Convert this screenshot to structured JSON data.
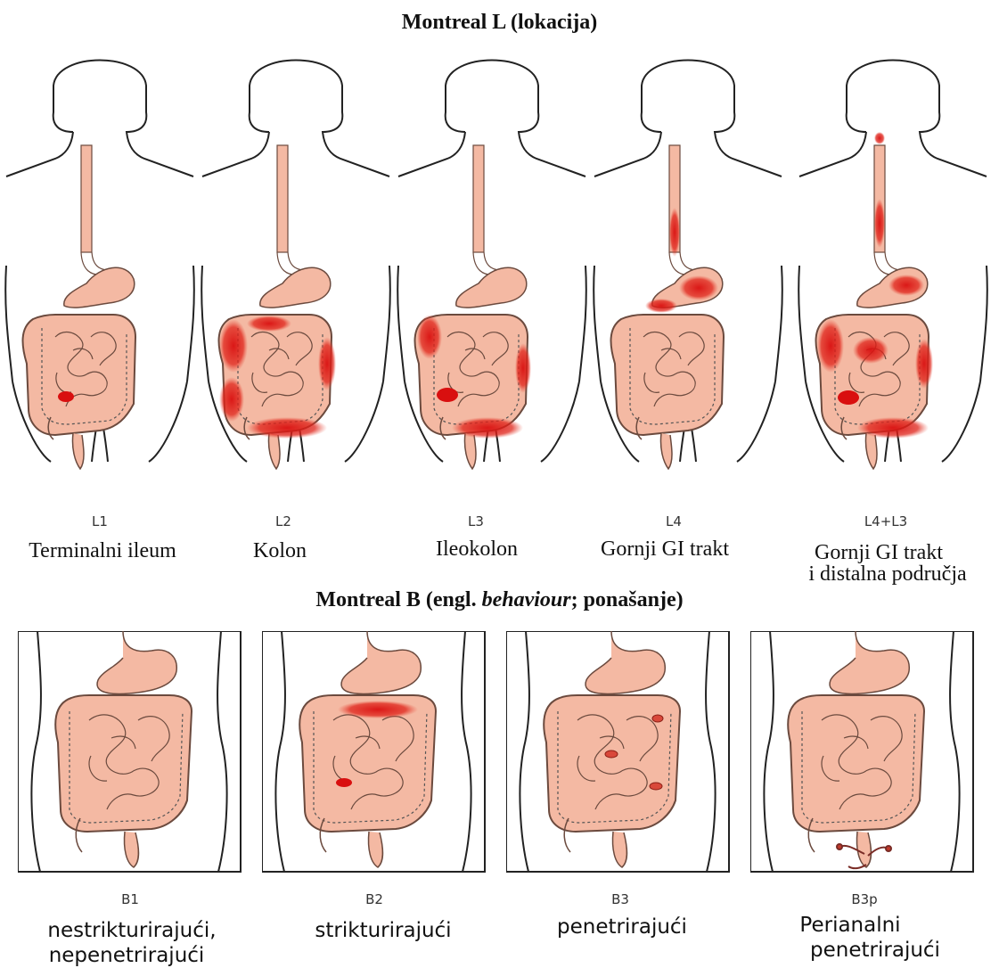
{
  "title_location": "Montreal  L (lokacija)",
  "title_behaviour": {
    "prefix": "Montreal B (engl. ",
    "italic": "behaviour",
    "suffix": "; ponašanje)"
  },
  "location_panels": [
    {
      "code": "L1",
      "label_lines": [
        "Terminalni ileum"
      ]
    },
    {
      "code": "L2",
      "label_lines": [
        "Kolon"
      ]
    },
    {
      "code": "L3",
      "label_lines": [
        "Ileokolon"
      ]
    },
    {
      "code": "L4",
      "label_lines": [
        "Gornji GI trakt"
      ]
    },
    {
      "code": "L4+L3",
      "label_lines": [
        "Gornji GI  trakt",
        "i distalna područja"
      ]
    }
  ],
  "behaviour_panels": [
    {
      "code": "B1",
      "label_lines": [
        "nestrikturirajući,",
        "nepenetrirajući"
      ]
    },
    {
      "code": "B2",
      "label_lines": [
        "strikturirajući"
      ]
    },
    {
      "code": "B3",
      "label_lines": [
        "penetrirajući"
      ]
    },
    {
      "code": "B3p",
      "label_lines": [
        "Perianalni",
        "penetrirajući"
      ]
    }
  ],
  "colors": {
    "tissue": "#f4b9a3",
    "outline": "#6b4a3e",
    "inflamed": "#d90f0f",
    "body_outline": "#222222"
  }
}
